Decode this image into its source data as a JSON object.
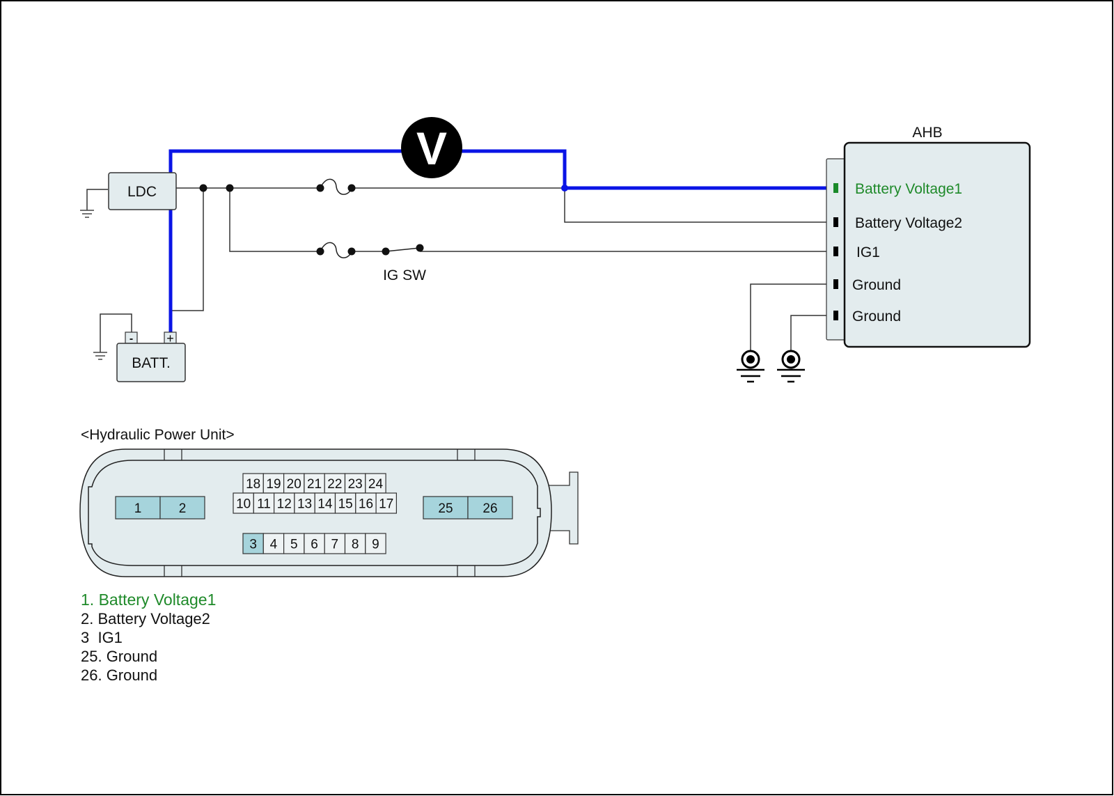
{
  "colors": {
    "measure_wire": "#0a14e6",
    "highlight_text": "#1f8a2a",
    "highlight_pin": "#1a8a2a",
    "component_fill": "#e3ecee",
    "pin_highlight_fill": "#a6d4dc",
    "pin_fill": "#eef3f4",
    "wire": "#222222"
  },
  "components": {
    "ldc": "LDC",
    "battery": "BATT.",
    "battery_neg": "-",
    "battery_pos": "+",
    "voltmeter": "V",
    "ig_switch": "IG SW",
    "ahb": "AHB"
  },
  "ahb_pins": [
    {
      "label": "Battery Voltage1",
      "highlighted": true
    },
    {
      "label": "Battery Voltage2",
      "highlighted": false
    },
    {
      "label": "IG1",
      "highlighted": false
    },
    {
      "label": "Ground",
      "highlighted": false
    },
    {
      "label": "Ground",
      "highlighted": false
    }
  ],
  "connector": {
    "title": "<Hydraulic Power Unit>",
    "big_pins_left": [
      {
        "num": "1",
        "highlighted": true
      },
      {
        "num": "2",
        "highlighted": true
      }
    ],
    "big_pins_right": [
      {
        "num": "25",
        "highlighted": true
      },
      {
        "num": "26",
        "highlighted": true
      }
    ],
    "row_top": [
      "18",
      "19",
      "20",
      "21",
      "22",
      "23",
      "24"
    ],
    "row_middle": [
      "10",
      "11",
      "12",
      "13",
      "14",
      "15",
      "16",
      "17"
    ],
    "row_bottom": [
      {
        "num": "3",
        "highlighted": true
      },
      {
        "num": "4",
        "highlighted": false
      },
      {
        "num": "5",
        "highlighted": false
      },
      {
        "num": "6",
        "highlighted": false
      },
      {
        "num": "7",
        "highlighted": false
      },
      {
        "num": "8",
        "highlighted": false
      },
      {
        "num": "9",
        "highlighted": false
      }
    ]
  },
  "pin_legend": [
    {
      "text": "1. Battery Voltage1",
      "highlighted": true
    },
    {
      "text": "2. Battery Voltage2",
      "highlighted": false
    },
    {
      "text": "3  IG1",
      "highlighted": false
    },
    {
      "text": "25. Ground",
      "highlighted": false
    },
    {
      "text": "26. Ground",
      "highlighted": false
    }
  ]
}
